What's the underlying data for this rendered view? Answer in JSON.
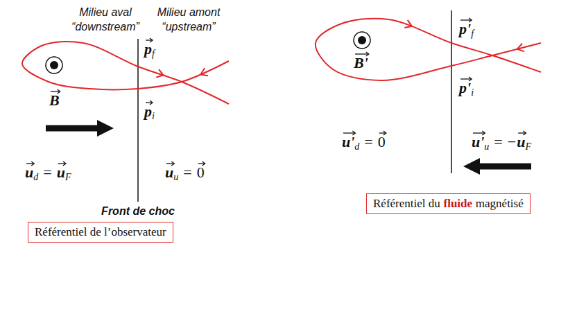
{
  "diagram": {
    "nodes": [
      {
        "text": [
          "Référentiel de l’observateur"
        ]
      },
      {
        "text": [
          "Référentiel du",
          "fluide",
          "magnétisé"
        ]
      }
    ],
    "labels": [
      "Milieu aval",
      "“downstream”",
      "Milieu amont",
      "“upstream”",
      "p",
      "f",
      "p",
      "i",
      "B",
      "u",
      "d",
      "=",
      "u",
      "F",
      "u",
      "u",
      "=",
      "0",
      "Front de choc",
      "p'",
      "f",
      "p'",
      "i",
      "B'",
      "u'",
      "d",
      "=",
      "0",
      "u'",
      "u",
      "=",
      "−",
      "u",
      "F"
    ]
  }
}
